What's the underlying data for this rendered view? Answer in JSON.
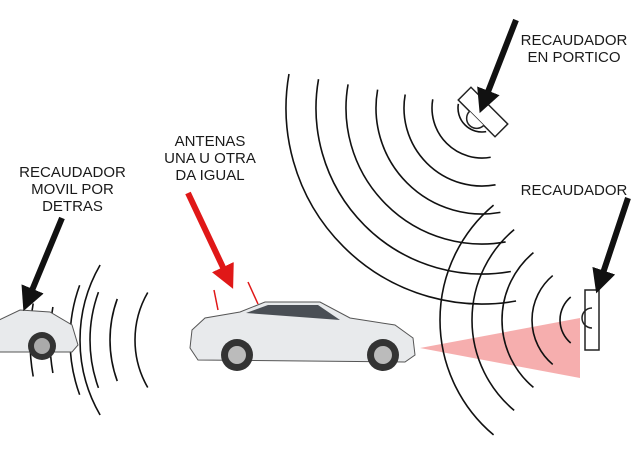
{
  "labels": {
    "rear_collector": [
      "RECAUDADOR",
      "MOVIL POR",
      "DETRAS"
    ],
    "antennas": [
      "ANTENAS",
      "UNA U OTRA",
      "DA IGUAL"
    ],
    "gantry_collector": [
      "RECAUDADOR",
      "EN PORTICO"
    ],
    "roadside_collector": "RECAUDADOR"
  },
  "colors": {
    "arrow_black": "#111111",
    "arrow_red": "#e01818",
    "beam": "#f4a0a0",
    "car_body": "#e8eaec",
    "wave": "#111111"
  }
}
